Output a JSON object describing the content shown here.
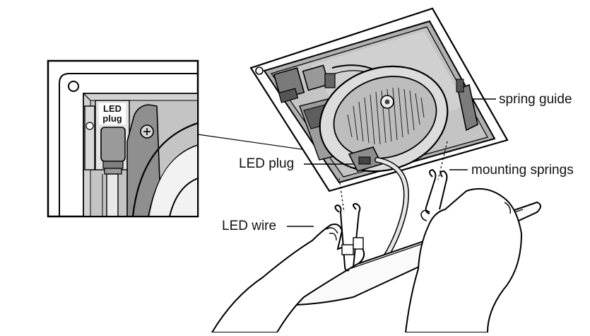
{
  "labels": {
    "spring_guide": "spring guide",
    "mounting_springs": "mounting springs",
    "led_plug": "LED plug",
    "led_wire": "LED wire"
  },
  "inset": {
    "label_line1": "LED",
    "label_line2": "plug"
  }
}
